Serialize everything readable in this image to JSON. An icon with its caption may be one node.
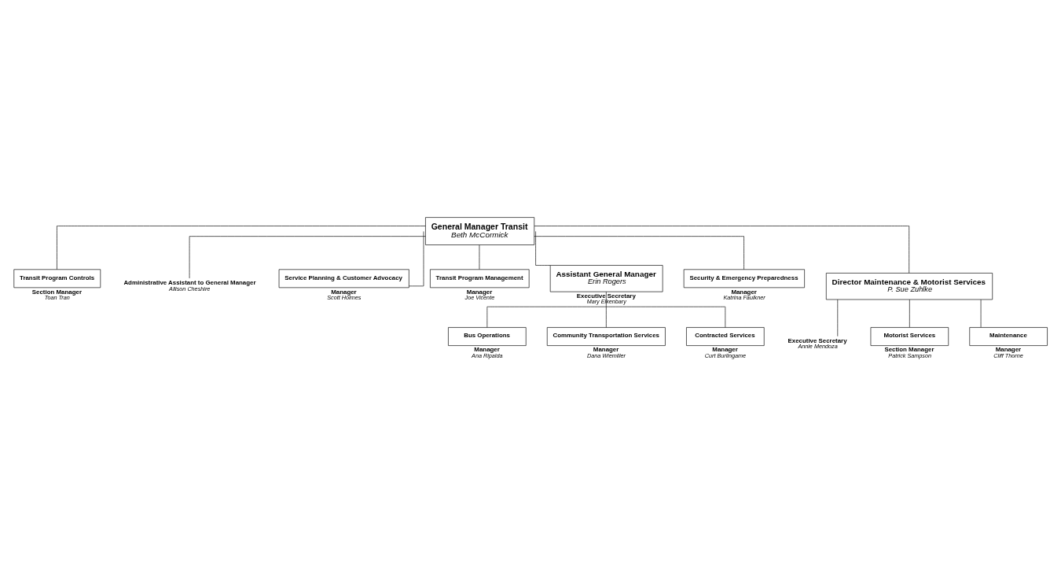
{
  "diagram": {
    "nodes": [
      {
        "text": [
          "General Manager Transit",
          "Beth McCormick"
        ]
      },
      {
        "text": [
          "Transit Program Controls"
        ],
        "beside": [
          "Section Manager",
          "Toan Tran"
        ]
      },
      {
        "text": [
          "Administrative Assistant to General Manager",
          "Allison Cheshire"
        ]
      },
      {
        "text": [
          "Service Planning & Customer Advocacy"
        ],
        "beside": [
          "Manager",
          "Scott Holmes"
        ]
      },
      {
        "text": [
          "Transit Program Management"
        ],
        "beside": [
          "Manager",
          "Joe Vicente"
        ]
      },
      {
        "text": [
          "Assistant General Manager",
          "Erin Rogers"
        ],
        "beside": [
          "Executive Secretary",
          "Mary Eikenbary"
        ]
      },
      {
        "text": [
          "Security & Emergency Preparedness"
        ],
        "beside": [
          "Manager",
          "Katrina Faulkner"
        ]
      },
      {
        "text": [
          "Director Maintenance & Motorist Services",
          "P. Sue Zuhlke"
        ]
      },
      {
        "text": [
          "Executive Secretary",
          "Annie Mendoza"
        ]
      },
      {
        "text": [
          "Bus Operations"
        ],
        "beside": [
          "Manager",
          "Ana Ripalda"
        ]
      },
      {
        "text": [
          "Community Transportation Services"
        ],
        "beside": [
          "Manager",
          "Dana Wiemiller"
        ]
      },
      {
        "text": [
          "Contracted Services"
        ],
        "beside": [
          "Manager",
          "Curt Burlingame"
        ]
      },
      {
        "text": [
          "Motorist Services"
        ],
        "beside": [
          "Section Manager",
          "Patrick Sampson"
        ]
      },
      {
        "text": [
          "Maintenance"
        ],
        "beside": [
          "Manager",
          "Cliff Thorne"
        ]
      }
    ],
    "edges": [
      {
        "from": 0,
        "to": 1,
        "arrow": "none"
      },
      {
        "from": 0,
        "to": 2,
        "arrow": "none"
      },
      {
        "from": 0,
        "to": 3,
        "arrow": "none"
      },
      {
        "from": 0,
        "to": 4,
        "arrow": "none"
      },
      {
        "from": 0,
        "to": 5,
        "arrow": "none"
      },
      {
        "from": 0,
        "to": 6,
        "arrow": "none"
      },
      {
        "from": 0,
        "to": 7,
        "arrow": "none"
      },
      {
        "from": 7,
        "to": 8,
        "arrow": "none"
      },
      {
        "from": 5,
        "to": 9,
        "arrow": "none"
      },
      {
        "from": 5,
        "to": 10,
        "arrow": "none"
      },
      {
        "from": 5,
        "to": 11,
        "arrow": "none"
      },
      {
        "from": 7,
        "to": 12,
        "arrow": "none"
      },
      {
        "from": 7,
        "to": 13,
        "arrow": "none"
      }
    ]
  }
}
